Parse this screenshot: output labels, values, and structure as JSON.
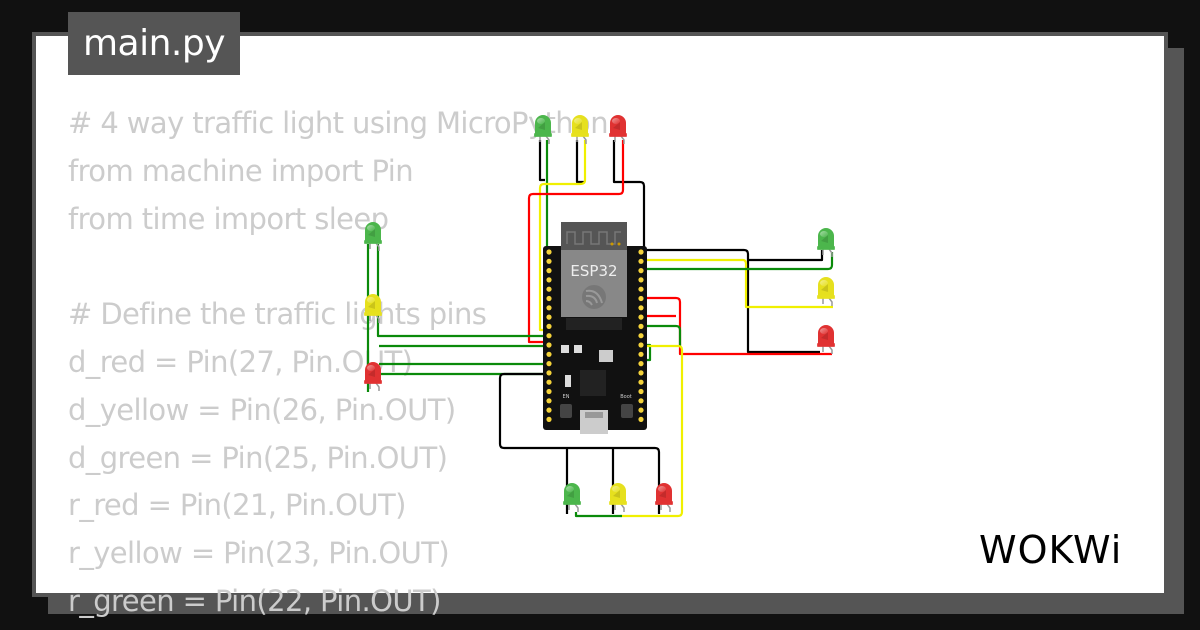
{
  "file_tab": {
    "label": "main.py"
  },
  "code": {
    "lines": [
      "# 4 way traffic light using MicroPython",
      "from machine import Pin",
      "from time import sleep",
      "",
      "# Define the traffic lights pins",
      "d_red = Pin(27, Pin.OUT)",
      "d_yellow = Pin(26, Pin.OUT)",
      "d_green = Pin(25, Pin.OUT)",
      "r_red = Pin(21, Pin.OUT)",
      "r_yellow = Pin(23, Pin.OUT)",
      "r_green = Pin(22, Pin.OUT)"
    ]
  },
  "board": {
    "label": "ESP32",
    "button_labels": {
      "en": "EN",
      "boot": "Boot"
    }
  },
  "leds": {
    "top": [
      "green",
      "yellow",
      "red"
    ],
    "left": [
      "green",
      "yellow",
      "red"
    ],
    "right": [
      "green",
      "yellow",
      "red"
    ],
    "bottom": [
      "green",
      "yellow",
      "red"
    ]
  },
  "colors": {
    "led_green": "#4cb64c",
    "led_yellow": "#e6e01e",
    "led_red": "#e03232",
    "wire_green": "#0a8a0a",
    "wire_yellow": "#f0f000",
    "wire_red": "#ff0000",
    "wire_black": "#000000"
  },
  "brand": {
    "logo_text": "WOKWi"
  }
}
